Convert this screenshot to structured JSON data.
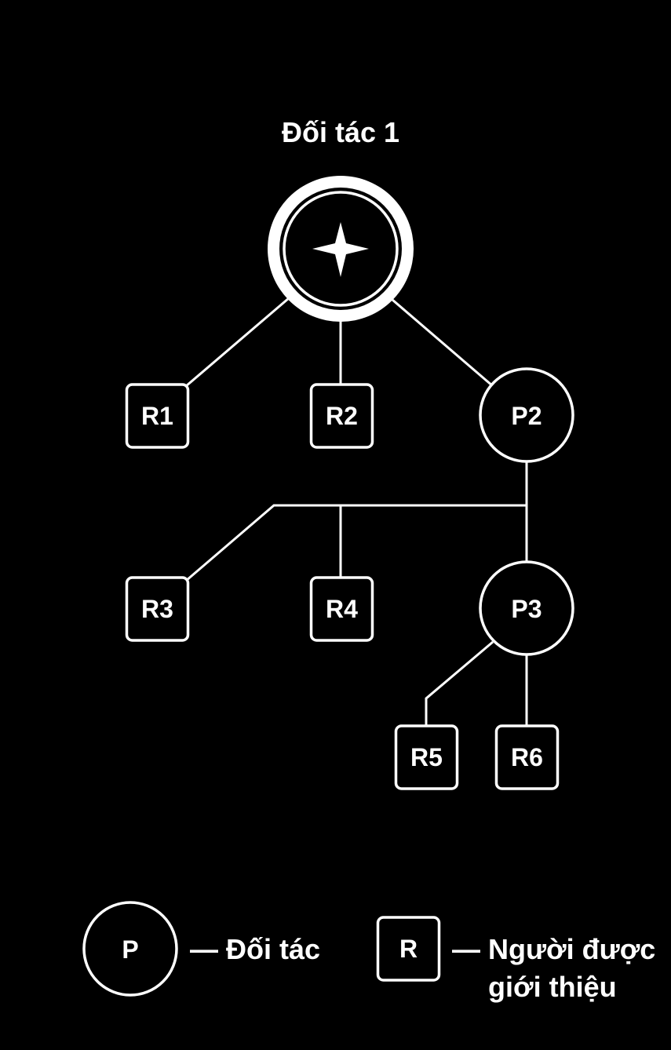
{
  "diagram": {
    "title": "Đối tác 1",
    "root_icon": "four-point-star-icon",
    "nodes": {
      "r1": "R1",
      "r2": "R2",
      "p2": "P2",
      "r3": "R3",
      "r4": "R4",
      "p3": "P3",
      "r5": "R5",
      "r6": "R6"
    }
  },
  "legend": {
    "partner_symbol": "P",
    "partner_label": "— Đối tác",
    "referral_symbol": "R",
    "referral_label_line1": "— Người được",
    "referral_label_line2": "giới thiệu"
  },
  "colors": {
    "background": "#000000",
    "foreground": "#ffffff"
  }
}
